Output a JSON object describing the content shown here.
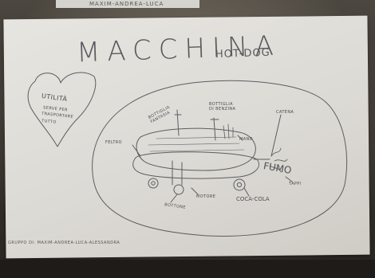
{
  "photo": {
    "colors": {
      "paper": "#dddbd6",
      "pencil": "#4f4f52",
      "table": "#6e665a"
    }
  },
  "strip_text": "MAXIM-ANDREA-LUCA",
  "drawing": {
    "title": "MACCHINA",
    "title_suffix": "HOT-DOG",
    "heart": {
      "heading": "UTILITÀ",
      "lines": [
        "SERVE PER",
        "TRASPORTARE",
        "TUTTO"
      ]
    },
    "labels": {
      "bottiglia_fantasia": "BOTTIGLIA\nFANTASIA",
      "bottiglia_di_benzina": "BOTTIGLIA\nDI BENZINA",
      "catena": "CATENA",
      "feltro": "FELTRO",
      "mano": "MANO",
      "fumo": "FUMO",
      "tappi": "TAPPI",
      "bottone": "BOTTONE",
      "motore": "MOTORE",
      "coca_cola": "COCA-COLA"
    },
    "footer": "GRUPPO DI: MAXIM-ANDREA-LUCA-ALESSANDRA"
  }
}
